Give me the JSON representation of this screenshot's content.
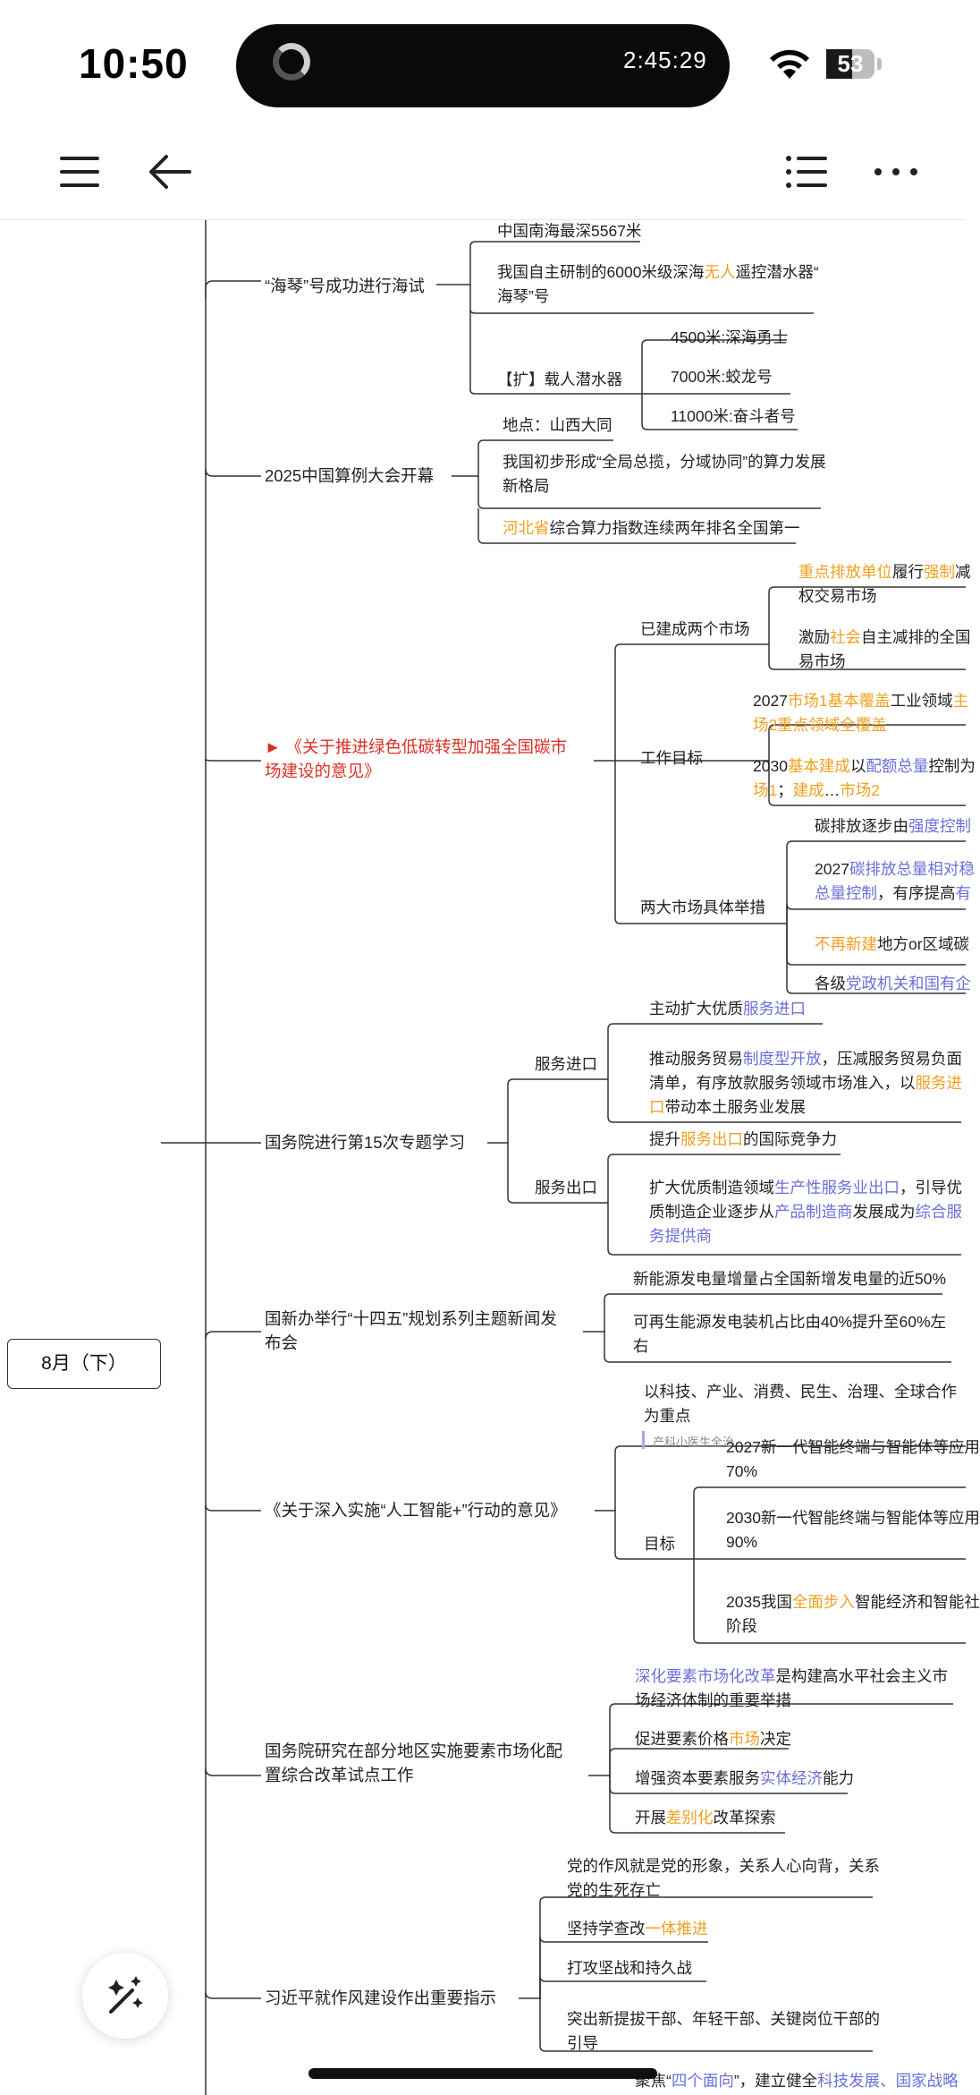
{
  "status_bar": {
    "time": "10:50",
    "activity_time": "2:45:29",
    "battery": "53",
    "battery_level": 0.53
  },
  "toolbar": {
    "menu_icon": "hamburger-menu-icon",
    "back_icon": "back-arrow-icon",
    "outline_icon": "outline-list-icon",
    "more_icon": "more-dots-icon"
  },
  "mindmap": {
    "root": "8月（下）",
    "n1": {
      "title": "“海琴”号成功进行海试",
      "c1": "中国南海最深5567米",
      "c2a": "我国自主研制的6000米级深海",
      "c2b": "无人",
      "c2c": "遥控潜水器“",
      "c2d": "海琴”号",
      "c3": "【扩】载人潜水器",
      "g1": "4500米:深海勇士",
      "g2": "7000米:蛟龙号",
      "g3": "11000米:奋斗者号"
    },
    "n2": {
      "title": "2025中国算例大会开幕",
      "c1": "地点：山西大同",
      "c2a": "我国初步形成“全局总揽，分域协同”的算力发展",
      "c2b": "新格局",
      "c3a": "河北省",
      "c3b": "综合算力指数连续两年排名全国第一"
    },
    "n3": {
      "flag": "►",
      "title_a": "《关于推进绿色低碳转型加强全国碳市",
      "title_b": "场建设的意见》",
      "b1": "已建成两个市场",
      "b1c1a": "重点排放单位",
      "b1c1b": "履行",
      "b1c1c": "强制",
      "b1c1d": "减",
      "b1c1e": "权交易市场",
      "b1c2a": "激励",
      "b1c2b": "社会",
      "b1c2c": "自主减排的全国",
      "b1c2d": "易市场",
      "b2": "工作目标",
      "b2c1a": "2027",
      "b2c1b": "市场1基本覆盖",
      "b2c1c": "工业领域",
      "b2c1d": "主",
      "b2c1e": "场2重点领域全覆盖",
      "b2c2a": "2030",
      "b2c2b": "基本建成",
      "b2c2c": "以",
      "b2c2d": "配额总量",
      "b2c2e": "控制为",
      "b2c2f": "场1",
      "b2c2g": "；",
      "b2c2h": "建成",
      "b2c2i": "…",
      "b2c2j": "市场2",
      "b3": "两大市场具体举措",
      "b3c1a": "碳排放逐步由",
      "b3c1b": "强度控制",
      "b3c2a": "2027",
      "b3c2b": "碳排放总量相对稳",
      "b3c2c": "总量控制",
      "b3c2d": "，有序提高",
      "b3c2e": "有",
      "b3c3a": "不再新建",
      "b3c3b": "地方or区域碳",
      "b3c4a": "各级",
      "b3c4b": "党政机关和国有企"
    },
    "n4": {
      "title": "国务院进行第15次专题学习",
      "b1": "服务进口",
      "b1c1a": "主动扩大优质",
      "b1c1b": "服务进口",
      "b1c2a": "推动服务贸易",
      "b1c2b": "制度型开放",
      "b1c2c": "，压减服务贸易负面",
      "b1c2d": "清单，有序放款服务领域市场准入，以",
      "b1c2e": "服务进",
      "b1c2f": "口",
      "b1c2g": "带动本土服务业发展",
      "b2": "服务出口",
      "b2c1a": "提升",
      "b2c1b": "服务出口",
      "b2c1c": "的国际竞争力",
      "b2c2a": "扩大优质制造领域",
      "b2c2b": "生产性服务业出口",
      "b2c2c": "，引导优",
      "b2c2d": "质制造企业逐步从",
      "b2c2e": "产品制造商",
      "b2c2f": "发展成为",
      "b2c2g": "综合服",
      "b2c2h": "务提供商"
    },
    "n5": {
      "title_a": "国新办举行“十四五”规划系列主题新闻发",
      "title_b": "布会",
      "c1": "新能源发电量增量占全国新增发电量的近50%",
      "c2a": "可再生能源发电装机占比由40%提升至60%左",
      "c2b": "右"
    },
    "n6": {
      "title": "《关于深入实施“人工智能+”行动的意见》",
      "c1a": "以科技、产业、消费、民生、治理、全球合作",
      "c1b": "为重点",
      "note": "产科小医生全治",
      "b1": "目标",
      "g1a": "2027新一代智能终端与智能体等应用",
      "g1b": "70%",
      "g2a": "2030新一代智能终端与智能体等应用",
      "g2b": "90%",
      "g3a": "2035我国",
      "g3b": "全面步入",
      "g3c": "智能经济和智能社",
      "g3d": "阶段"
    },
    "n7": {
      "title_a": "国务院研究在部分地区实施要素市场化配",
      "title_b": "置综合改革试点工作",
      "c1a": "深化要素市场化改革",
      "c1b": "是构建高水平社会主义市",
      "c1c": "场经济体制的重要举措",
      "c2a": "促进要素价格",
      "c2b": "市场",
      "c2c": "决定",
      "c3a": "增强资本要素服务",
      "c3b": "实体经济",
      "c3c": "能力",
      "c4a": "开展",
      "c4b": "差别化",
      "c4c": "改革探索"
    },
    "n8": {
      "title": "习近平就作风建设作出重要指示",
      "c1a": "党的作风就是党的形象，关系人心向背，关系",
      "c1b": "党的生死存亡",
      "c2a": "坚持学查改",
      "c2b": "一体推进",
      "c3": "打攻坚战和持久战",
      "c4a": "突出新提拔干部、年轻干部、关键岗位干部的",
      "c4b": "引导"
    },
    "n9": {
      "a": "聚焦“",
      "b": "四个面向",
      "c": "”，建立健全",
      "d": "科技发展、国家战略"
    }
  },
  "fab": {
    "icon": "magic-wand-icon"
  },
  "colors": {
    "accent_orange": "#f0a020",
    "accent_blue": "#6b6fd8",
    "flag_red": "#d93025"
  }
}
